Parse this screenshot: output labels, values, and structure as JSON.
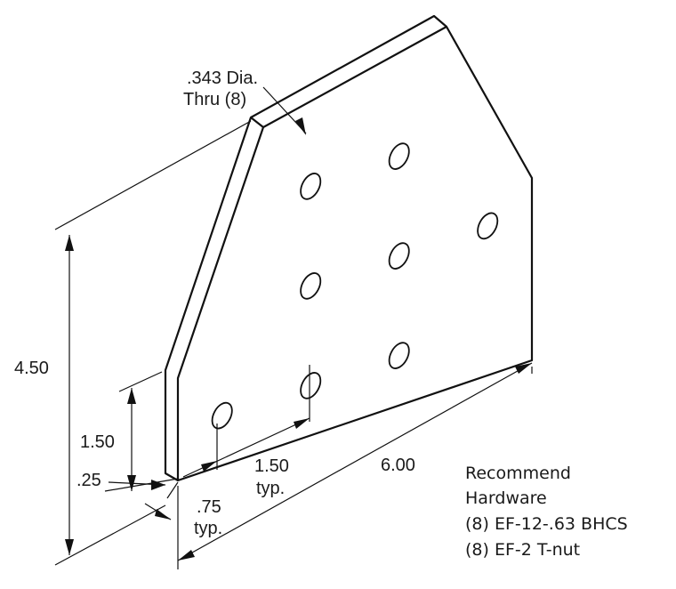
{
  "callouts": {
    "hole_spec_line1": ".343 Dia.",
    "hole_spec_line2": "Thru  (8)"
  },
  "dimensions": {
    "height": "4.50",
    "hole_row_height": "1.50",
    "thickness": ".25",
    "hole_spacing": "1.50",
    "hole_spacing_note": "typ.",
    "edge_offset": ".75",
    "edge_offset_note": "typ.",
    "width": "6.00"
  },
  "hardware": {
    "heading_line1": "Recommend",
    "heading_line2": "Hardware",
    "items": [
      "(8) EF-12-.63 BHCS",
      "(8) EF-2 T-nut"
    ]
  },
  "holes": [
    {
      "u": 0.75,
      "v": 0.75
    },
    {
      "u": 2.25,
      "v": 0.75
    },
    {
      "u": 3.75,
      "v": 0.75
    },
    {
      "u": 2.25,
      "v": 2.25
    },
    {
      "u": 3.75,
      "v": 2.25
    },
    {
      "u": 5.25,
      "v": 2.25
    },
    {
      "u": 2.25,
      "v": 3.75
    },
    {
      "u": 3.75,
      "v": 3.75
    }
  ],
  "colors": {
    "ink": "#111111",
    "background": "#ffffff"
  }
}
